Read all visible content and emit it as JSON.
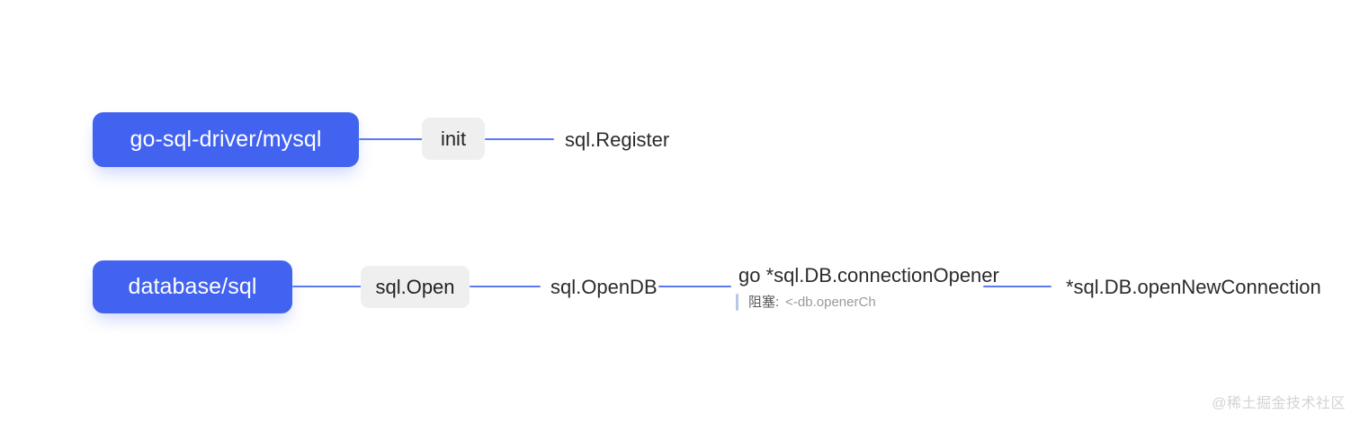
{
  "diagram": {
    "background_color": "#ffffff",
    "accent_color": "#4263ef",
    "connector_color": "#5a7bf0",
    "chip_color": "#efefef",
    "rows": [
      {
        "id": "driver-row",
        "package": "go-sql-driver/mysql",
        "chip": "init",
        "call": "sql.Register"
      },
      {
        "id": "database-row",
        "package": "database/sql",
        "chip": "sql.Open",
        "call": "sql.OpenDB",
        "goroutine": "go *sql.DB.connectionOpener",
        "annotation_label": "阻塞:",
        "annotation_value": "<-db.openerCh",
        "final_call": "*sql.DB.openNewConnection"
      }
    ]
  },
  "watermark": {
    "text": "@稀土掘金技术社区"
  }
}
